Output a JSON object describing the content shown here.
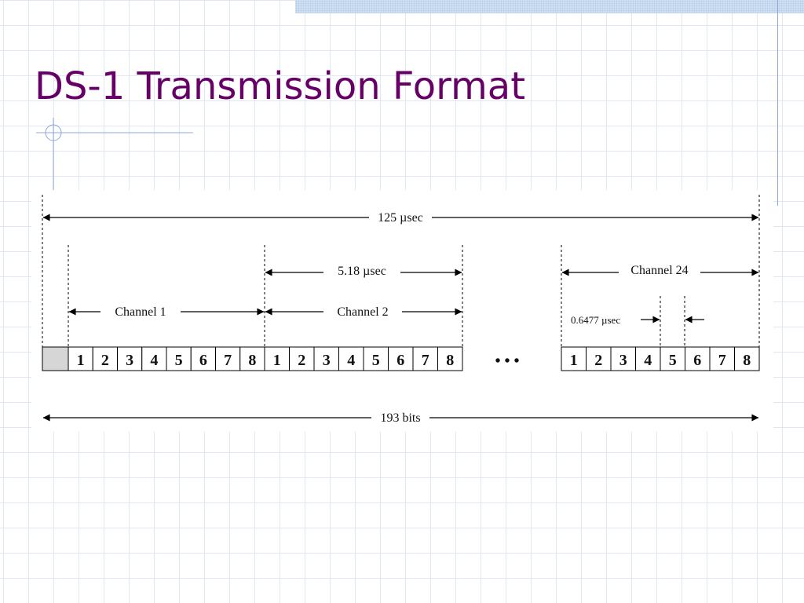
{
  "slide": {
    "title": "DS-1 Transmission Format"
  },
  "diagram": {
    "frame_duration_label": "125 µsec",
    "channel_duration_label": "5.18 µsec",
    "bit_duration_label": "0.6477 µsec",
    "total_bits_label": "193 bits",
    "ellipsis": "• • •",
    "channels": [
      {
        "label": "Channel 1",
        "bits": [
          "1",
          "2",
          "3",
          "4",
          "5",
          "6",
          "7",
          "8"
        ]
      },
      {
        "label": "Channel 2",
        "bits": [
          "1",
          "2",
          "3",
          "4",
          "5",
          "6",
          "7",
          "8"
        ]
      },
      {
        "label": "Channel 24",
        "bits": [
          "1",
          "2",
          "3",
          "4",
          "5",
          "6",
          "7",
          "8"
        ]
      }
    ]
  }
}
